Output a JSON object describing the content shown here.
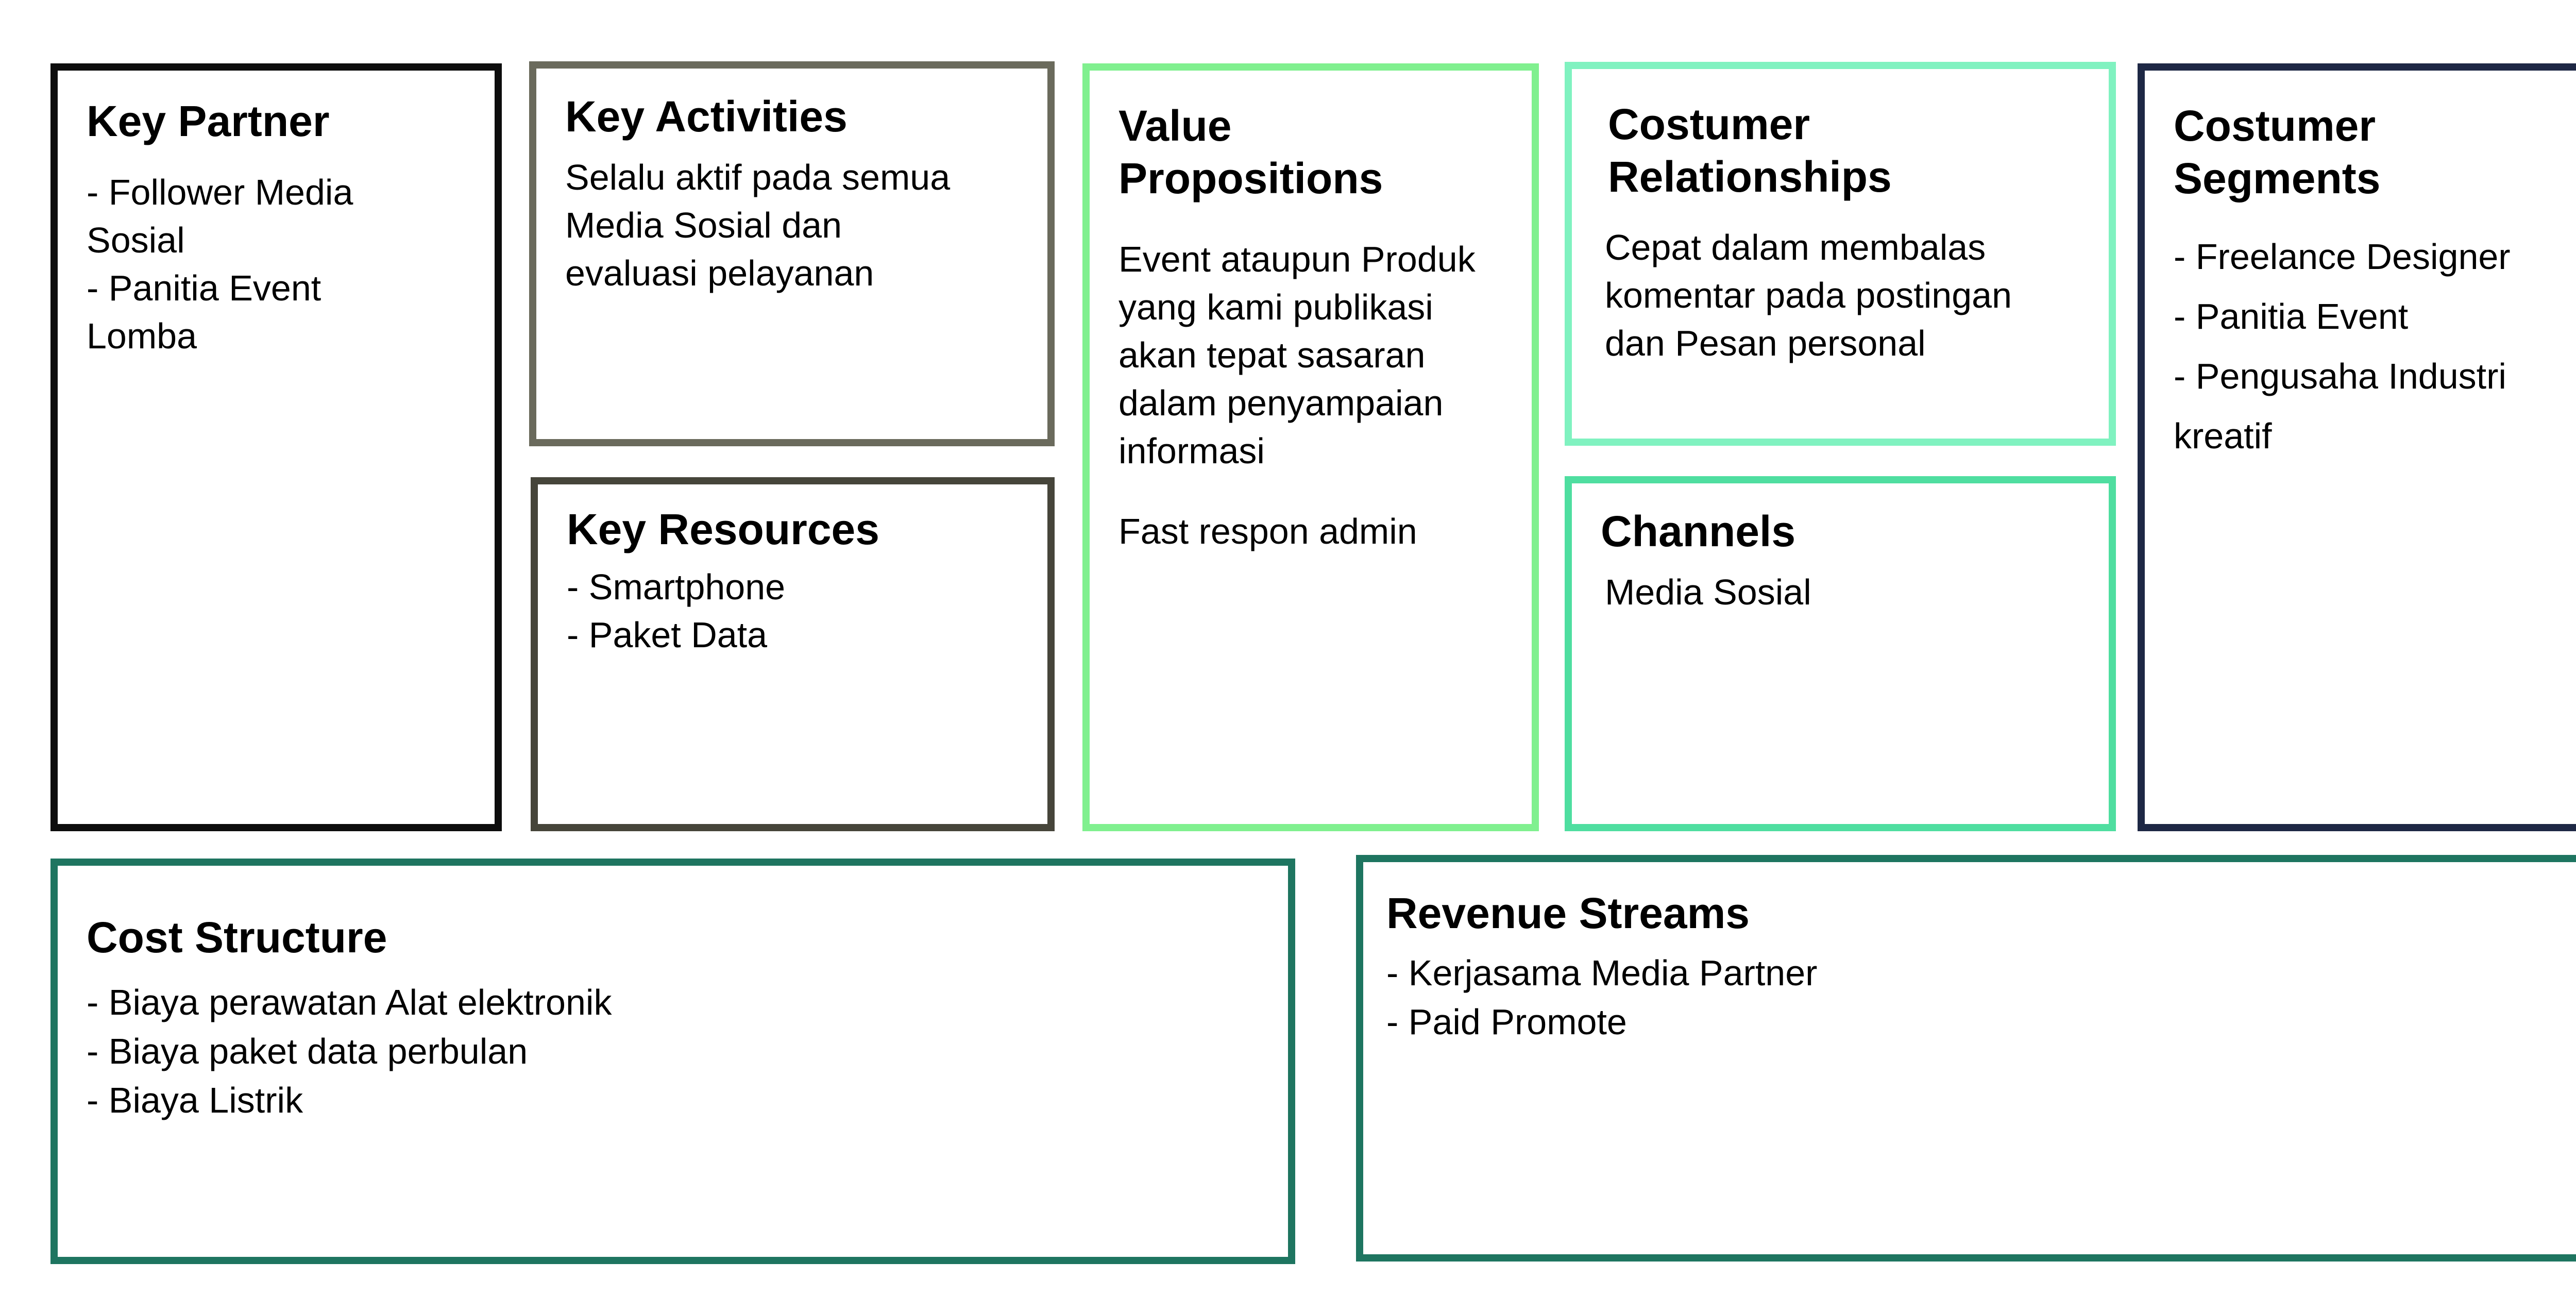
{
  "canvas": {
    "key_partner": {
      "title": "Key Partner",
      "content": "- Follower Media\nSosial\n- Panitia Event\nLomba",
      "border_color": "#0d0d0d"
    },
    "key_activities": {
      "title": "Key Activities",
      "content": "Selalu aktif pada semua\nMedia Sosial dan\nevaluasi pelayanan",
      "border_color": "#6a6a5c"
    },
    "key_resources": {
      "title": "Key Resources",
      "content": "- Smartphone\n- Paket Data",
      "border_color": "#46453a"
    },
    "value_propositions": {
      "title": "Value\nPropositions",
      "content": "Event ataupun Produk\nyang kami publikasi\nakan tepat sasaran\ndalam penyampaian\ninformasi",
      "content_2": "Fast respon admin",
      "border_color": "#80f08f"
    },
    "costumer_relationships": {
      "title": "Costumer\nRelationships",
      "content": "Cepat dalam membalas\nkomentar pada postingan\ndan Pesan personal",
      "border_color": "#80f2c0"
    },
    "channels": {
      "title": "Channels",
      "content": "Media Sosial",
      "border_color": "#4fdea0"
    },
    "costumer_segments": {
      "title": "Costumer\nSegments",
      "content": "- Freelance Designer\n- Panitia Event\n- Pengusaha Industri\nkreatif",
      "border_color": "#1e2845"
    },
    "cost_structure": {
      "title": "Cost Structure",
      "content": "- Biaya perawatan Alat elektronik\n- Biaya paket data perbulan\n- Biaya Listrik",
      "border_color": "#1e7560"
    },
    "revenue_streams": {
      "title": "Revenue Streams",
      "content": "- Kerjasama Media Partner\n- Paid Promote",
      "border_color": "#1e7560"
    }
  }
}
